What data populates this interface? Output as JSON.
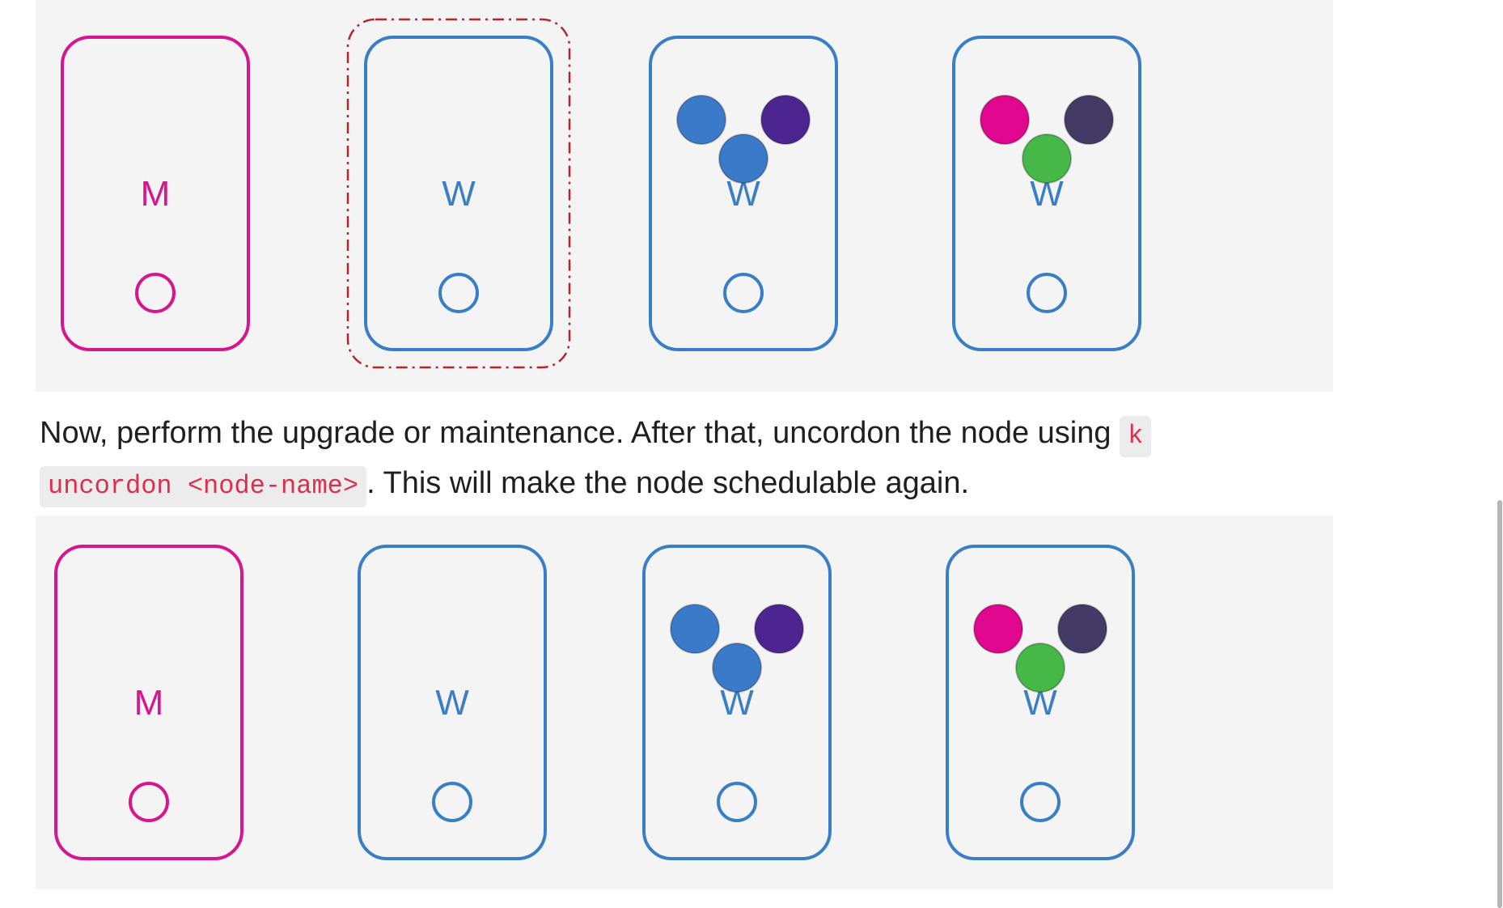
{
  "colors": {
    "master": "#d6158f",
    "worker": "#3a7fc5",
    "cordon_outline": "#b5262f",
    "pod_blue": "#3b7ac9",
    "pod_purple": "#4d2591",
    "pod_magenta": "#e0068d",
    "pod_dark": "#443a66",
    "pod_green": "#45b848",
    "code_text": "#d9304f",
    "code_bg": "#ececec",
    "diagram_bg": "#f4f4f5"
  },
  "diagram_before": {
    "nodes": [
      {
        "label": "M",
        "role": "master",
        "cordoned": false,
        "pods": []
      },
      {
        "label": "W",
        "role": "worker",
        "cordoned": true,
        "pods": []
      },
      {
        "label": "W",
        "role": "worker",
        "cordoned": false,
        "pods": [
          "pod_blue",
          "pod_purple",
          "pod_blue"
        ]
      },
      {
        "label": "W",
        "role": "worker",
        "cordoned": false,
        "pods": [
          "pod_magenta",
          "pod_dark",
          "pod_green"
        ]
      }
    ]
  },
  "paragraph": {
    "text_before": "Now, perform the upgrade or maintenance. After that, uncordon the node using ",
    "code": "k uncordon <node-name>",
    "text_after": ". This will make the node schedulable again."
  },
  "diagram_after": {
    "nodes": [
      {
        "label": "M",
        "role": "master",
        "cordoned": false,
        "pods": []
      },
      {
        "label": "W",
        "role": "worker",
        "cordoned": false,
        "pods": []
      },
      {
        "label": "W",
        "role": "worker",
        "cordoned": false,
        "pods": [
          "pod_blue",
          "pod_purple",
          "pod_blue"
        ]
      },
      {
        "label": "W",
        "role": "worker",
        "cordoned": false,
        "pods": [
          "pod_magenta",
          "pod_dark",
          "pod_green"
        ]
      }
    ]
  }
}
